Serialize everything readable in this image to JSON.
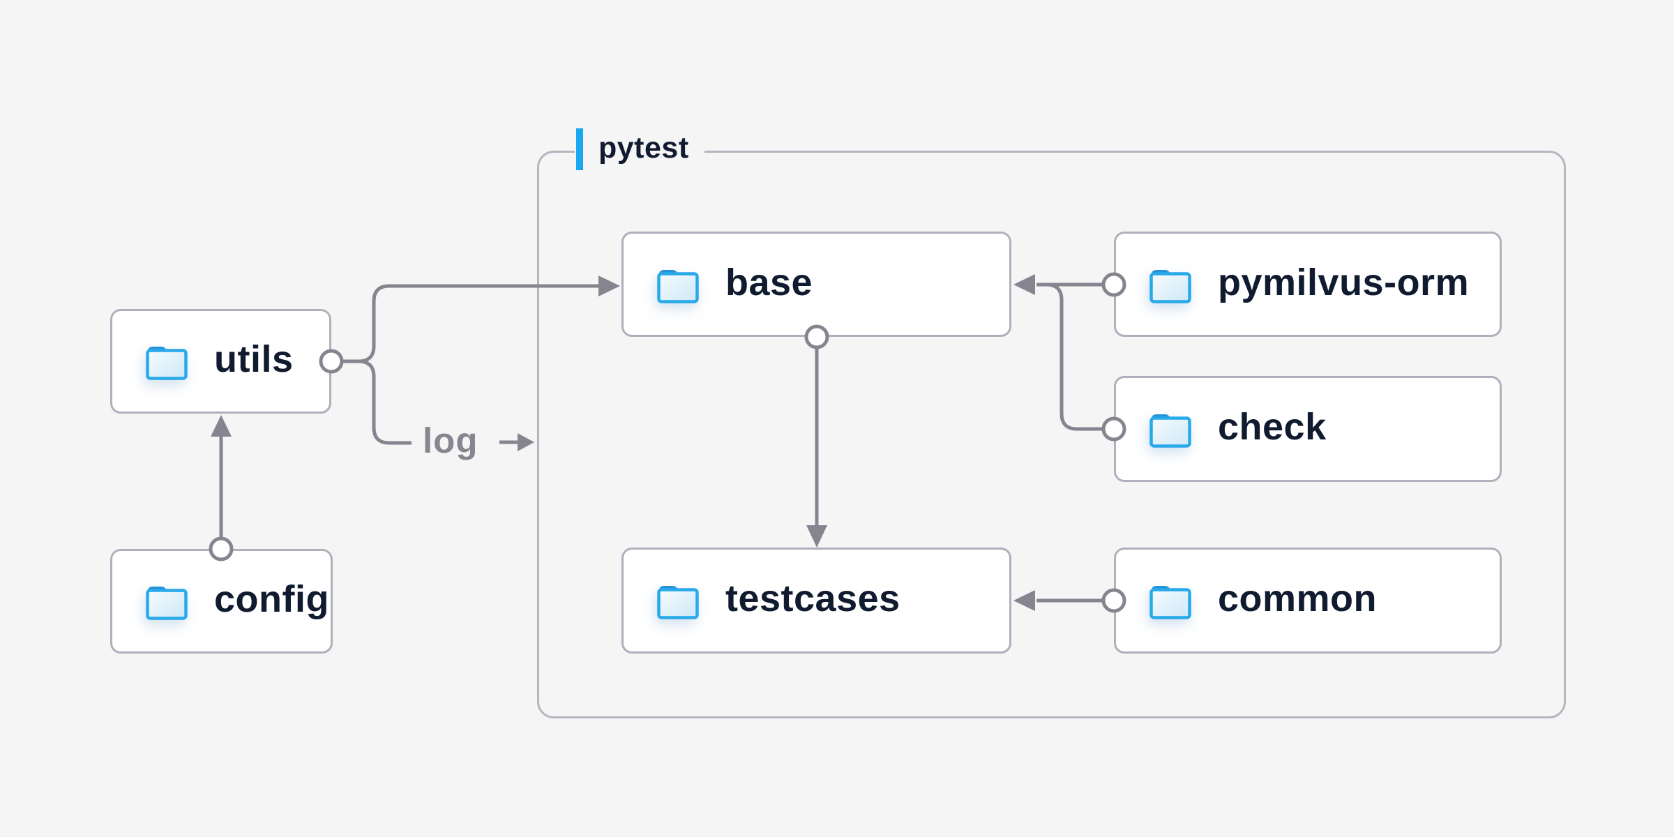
{
  "group": {
    "label": "pytest"
  },
  "nodes": {
    "utils": {
      "label": "utils"
    },
    "config": {
      "label": "config"
    },
    "base": {
      "label": "base"
    },
    "pymilvus_orm": {
      "label": "pymilvus-orm"
    },
    "check": {
      "label": "check"
    },
    "testcases": {
      "label": "testcases"
    },
    "common": {
      "label": "common"
    }
  },
  "edge_labels": {
    "log": "log"
  },
  "edges": [
    {
      "from": "config",
      "to": "utils"
    },
    {
      "from": "utils",
      "to": "base"
    },
    {
      "from": "utils",
      "to": "pytest-group",
      "label": "log"
    },
    {
      "from": "pymilvus-orm",
      "to": "base"
    },
    {
      "from": "check",
      "to": "base"
    },
    {
      "from": "base",
      "to": "testcases"
    },
    {
      "from": "common",
      "to": "testcases"
    }
  ],
  "colors": {
    "background": "#f5f5f6",
    "accent_blue": "#19a8f0",
    "folder_stroke": "#29a9ea",
    "folder_tab": "#2492d8",
    "line_gray": "#84858f",
    "box_border": "#aeb0bb",
    "text_dark": "#101b30",
    "text_gray": "#85868f"
  }
}
